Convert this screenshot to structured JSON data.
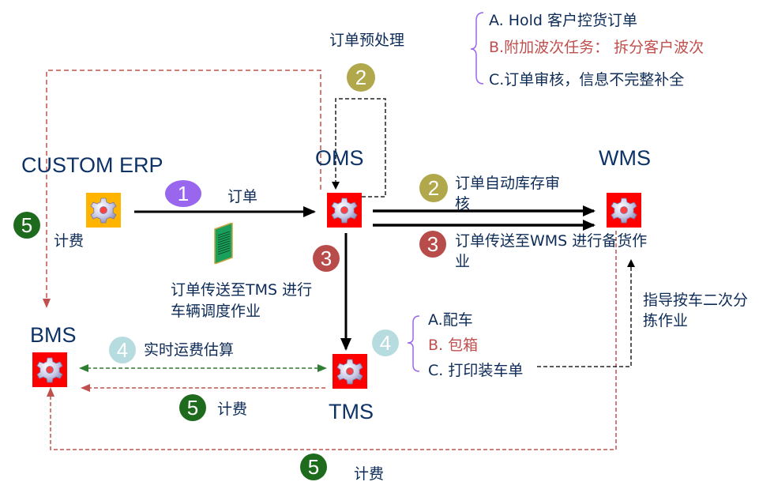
{
  "colors": {
    "text": "#0d2b57",
    "title": "#0d3266",
    "red_text": "#c0504d",
    "gear_red_bg": "#ff0000",
    "gear_yellow_bg": "#ffb400",
    "badge_purple": "#9966ee",
    "badge_olive": "#b0a84a",
    "badge_red": "#b84c4a",
    "badge_lightblue": "#b7dce0",
    "badge_green": "#1e6b1e",
    "dash_red": "#c0504d",
    "dash_green": "#2e7d32",
    "dash_black": "#222222",
    "brace_purple": "#9966ee"
  },
  "systems": {
    "erp": "CUSTOM ERP",
    "oms": "OMS",
    "wms": "WMS",
    "tms": "TMS",
    "bms": "BMS"
  },
  "badges": {
    "one": "1",
    "two": "2",
    "three": "3",
    "four": "4",
    "five": "5"
  },
  "labels": {
    "preprocess": "订单预处理",
    "order": "订单",
    "billing": "计费",
    "to_tms_line1": "订单传送至TMS 进行",
    "to_tms_line2": "车辆调度作业",
    "wms_check_line1": "订单自动库存审",
    "wms_check_line2": "核",
    "to_wms_line1": "订单传送至WMS 进行备货作",
    "to_wms_line2": "业",
    "guide_line1": "指导按车二次分",
    "guide_line2": "拣作业",
    "freight": "实时运费估算"
  },
  "preprocess_list": [
    {
      "text": "A. Hold  客户控货订单",
      "highlight": false
    },
    {
      "text": "B.附加波次任务：  拆分客户波次",
      "highlight": true
    },
    {
      "text": "C.订单审核，信息不完整补全",
      "highlight": false
    }
  ],
  "tms_list": [
    {
      "text": "A.配车",
      "highlight": false
    },
    {
      "text": "B. 包箱",
      "highlight": true
    },
    {
      "text": "C. 打印装车单",
      "highlight": false
    }
  ],
  "icons": {
    "gear": "gear-icon",
    "document": "purchase-order-document-icon"
  }
}
